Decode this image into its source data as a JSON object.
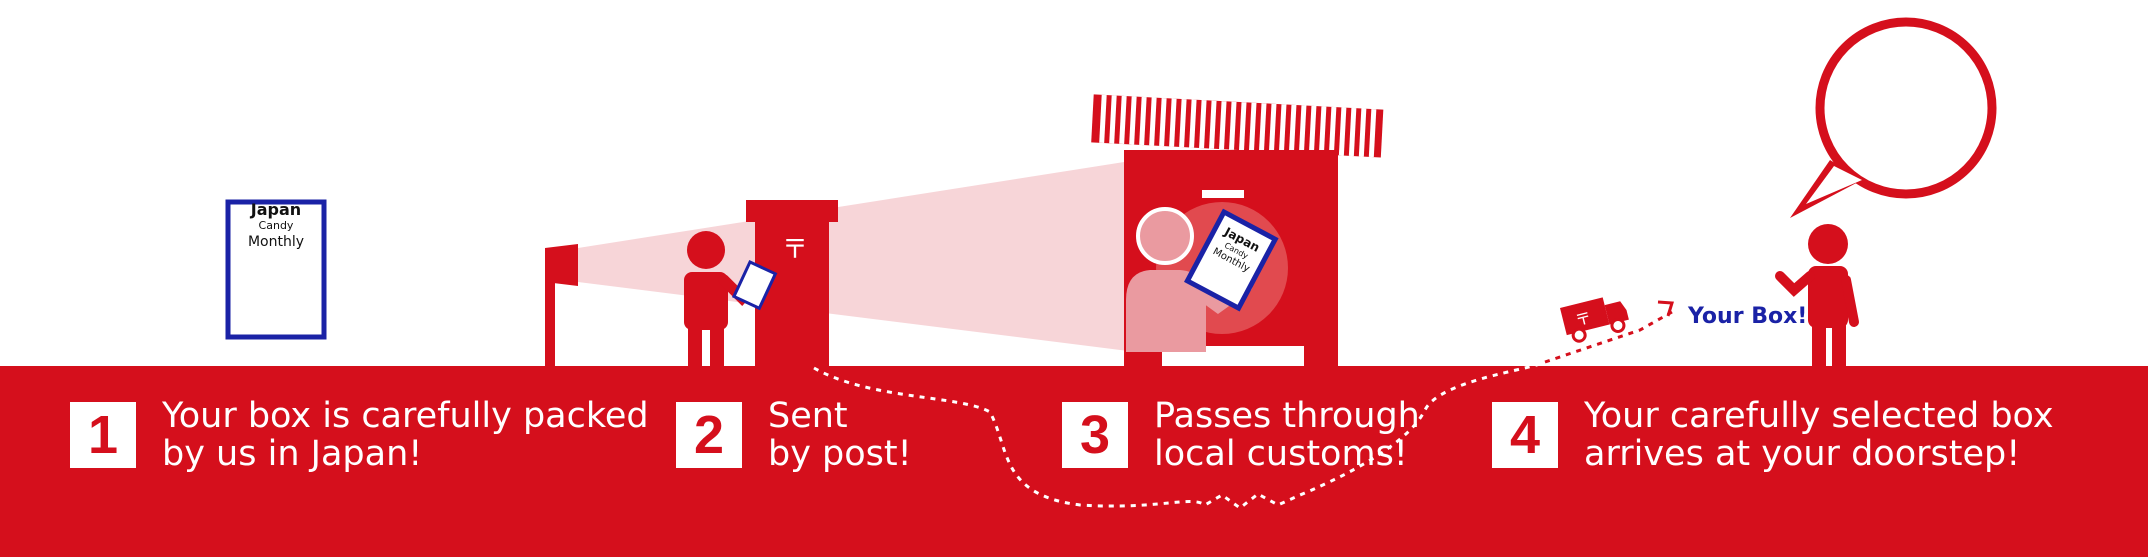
{
  "package": {
    "line1": "Japan",
    "line2": "Candy",
    "line3": "Monthly"
  },
  "your_box_label": "Your Box!",
  "steps": [
    {
      "number": "1",
      "line1": "Your box is carefully packed",
      "line2": "by us in Japan!"
    },
    {
      "number": "2",
      "line1": "Sent",
      "line2": "by post!"
    },
    {
      "number": "3",
      "line1": "Passes through",
      "line2": "local customs!"
    },
    {
      "number": "4",
      "line1": "Your carefully selected box",
      "line2": "arrives at your doorstep!"
    }
  ],
  "colors": {
    "brand_red": "#d50f1c",
    "package_blue": "#1a22a6",
    "light_pink": "#f7d5d8"
  }
}
